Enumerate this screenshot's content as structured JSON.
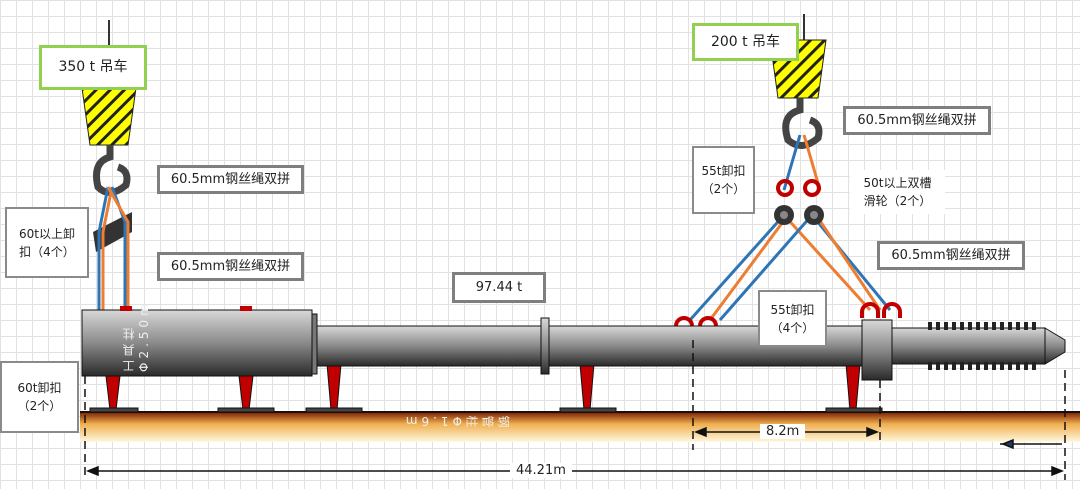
{
  "cranes": {
    "left": "350 t 吊车",
    "right": "200 t 吊车"
  },
  "labels": {
    "rope_left_top": "60.5mm钢丝绳双拼",
    "rope_left_bottom": "60.5mm钢丝绳双拼",
    "rope_right_top": "60.5mm钢丝绳双拼",
    "rope_right_bottom": "60.5mm钢丝绳双拼",
    "shackle_60t_4": "60t以上卸扣（4个）",
    "shackle_60t_2": "60t卸扣（2个）",
    "shackle_55t_2": "55t卸扣（2个）",
    "pulley_50t": "50t以上双槽滑轮（2个）",
    "shackle_55t_4": "55t卸扣（4个）",
    "weight": "97.44 t"
  },
  "pipes": {
    "tool_column": "工具柱Φ2.50m",
    "steel_pipe": "钢管柱Φ1.6m"
  },
  "dimensions": {
    "total": "44.21m",
    "segment": "8.2m"
  },
  "colors": {
    "rope_blue": "#2e75b6",
    "rope_orange": "#ed7d31",
    "shackle": "#c00000",
    "hook_yellow": "#ffff00",
    "crane_border": "#92d050"
  }
}
